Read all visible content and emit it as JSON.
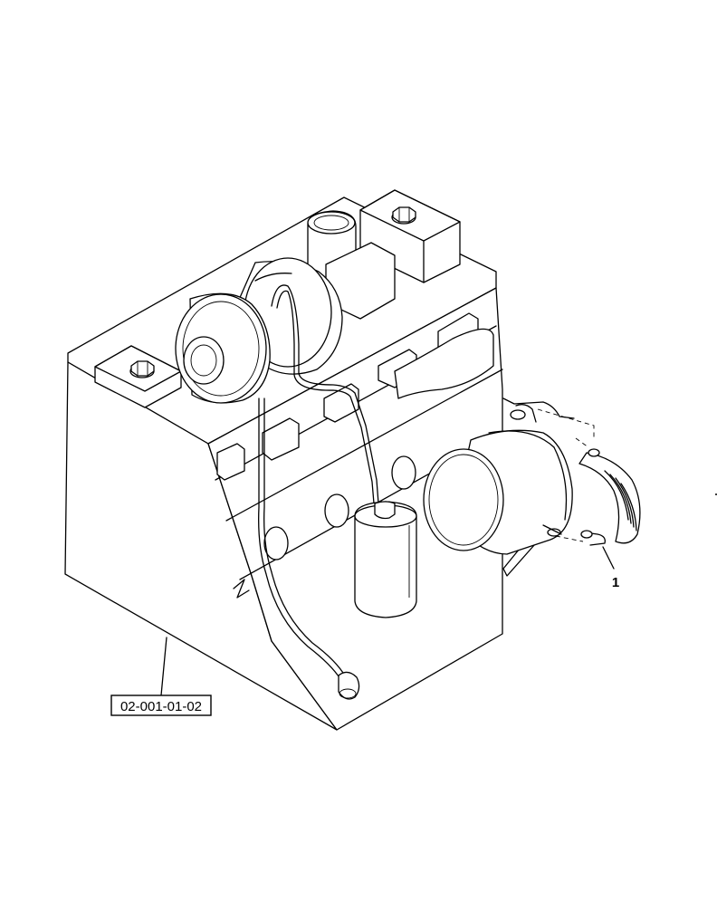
{
  "diagram": {
    "reference_label": "02-001-01-02",
    "callouts": [
      {
        "id": "item-1",
        "label": "1"
      }
    ]
  }
}
